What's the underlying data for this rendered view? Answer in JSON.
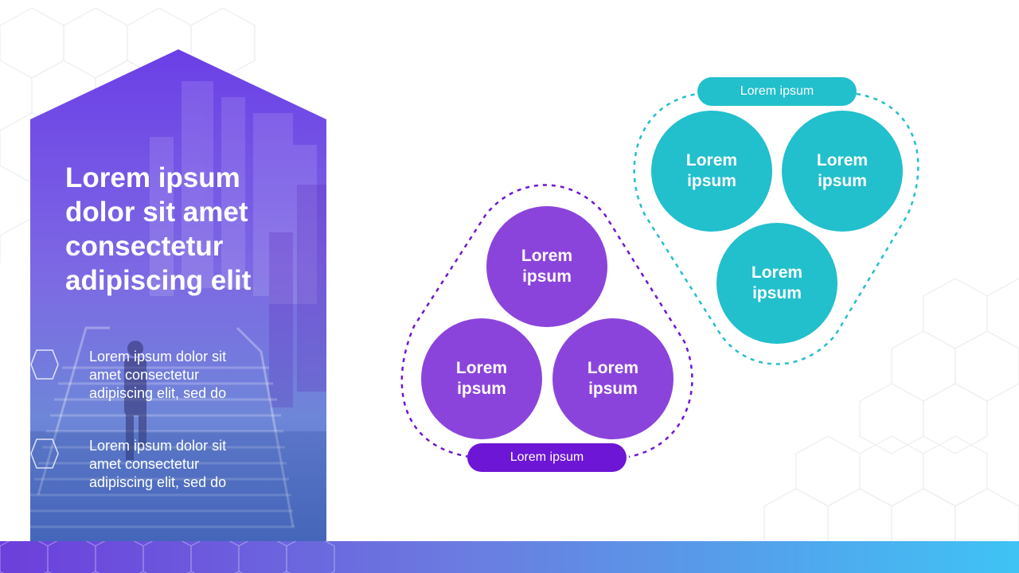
{
  "panel": {
    "title_lines": [
      "Lorem ipsum",
      "dolor sit amet",
      "consectetur",
      "adipiscing elit"
    ],
    "items": [
      {
        "lines": [
          "Lorem ipsum dolor sit",
          "amet consectetur",
          "adipiscing elit, sed do"
        ]
      },
      {
        "lines": [
          "Lorem ipsum dolor sit",
          "amet consectetur",
          "adipiscing elit, sed do"
        ]
      }
    ]
  },
  "groups": {
    "purple": {
      "color": "#8b44db",
      "label": "Lorem ipsum",
      "circles": [
        {
          "lines": [
            "Lorem",
            "ipsum"
          ]
        },
        {
          "lines": [
            "Lorem",
            "ipsum"
          ]
        },
        {
          "lines": [
            "Lorem",
            "ipsum"
          ]
        }
      ]
    },
    "teal": {
      "color": "#22bfcc",
      "label": "Lorem ipsum",
      "circles": [
        {
          "lines": [
            "Lorem",
            "ipsum"
          ]
        },
        {
          "lines": [
            "Lorem",
            "ipsum"
          ]
        },
        {
          "lines": [
            "Lorem",
            "ipsum"
          ]
        }
      ]
    }
  }
}
